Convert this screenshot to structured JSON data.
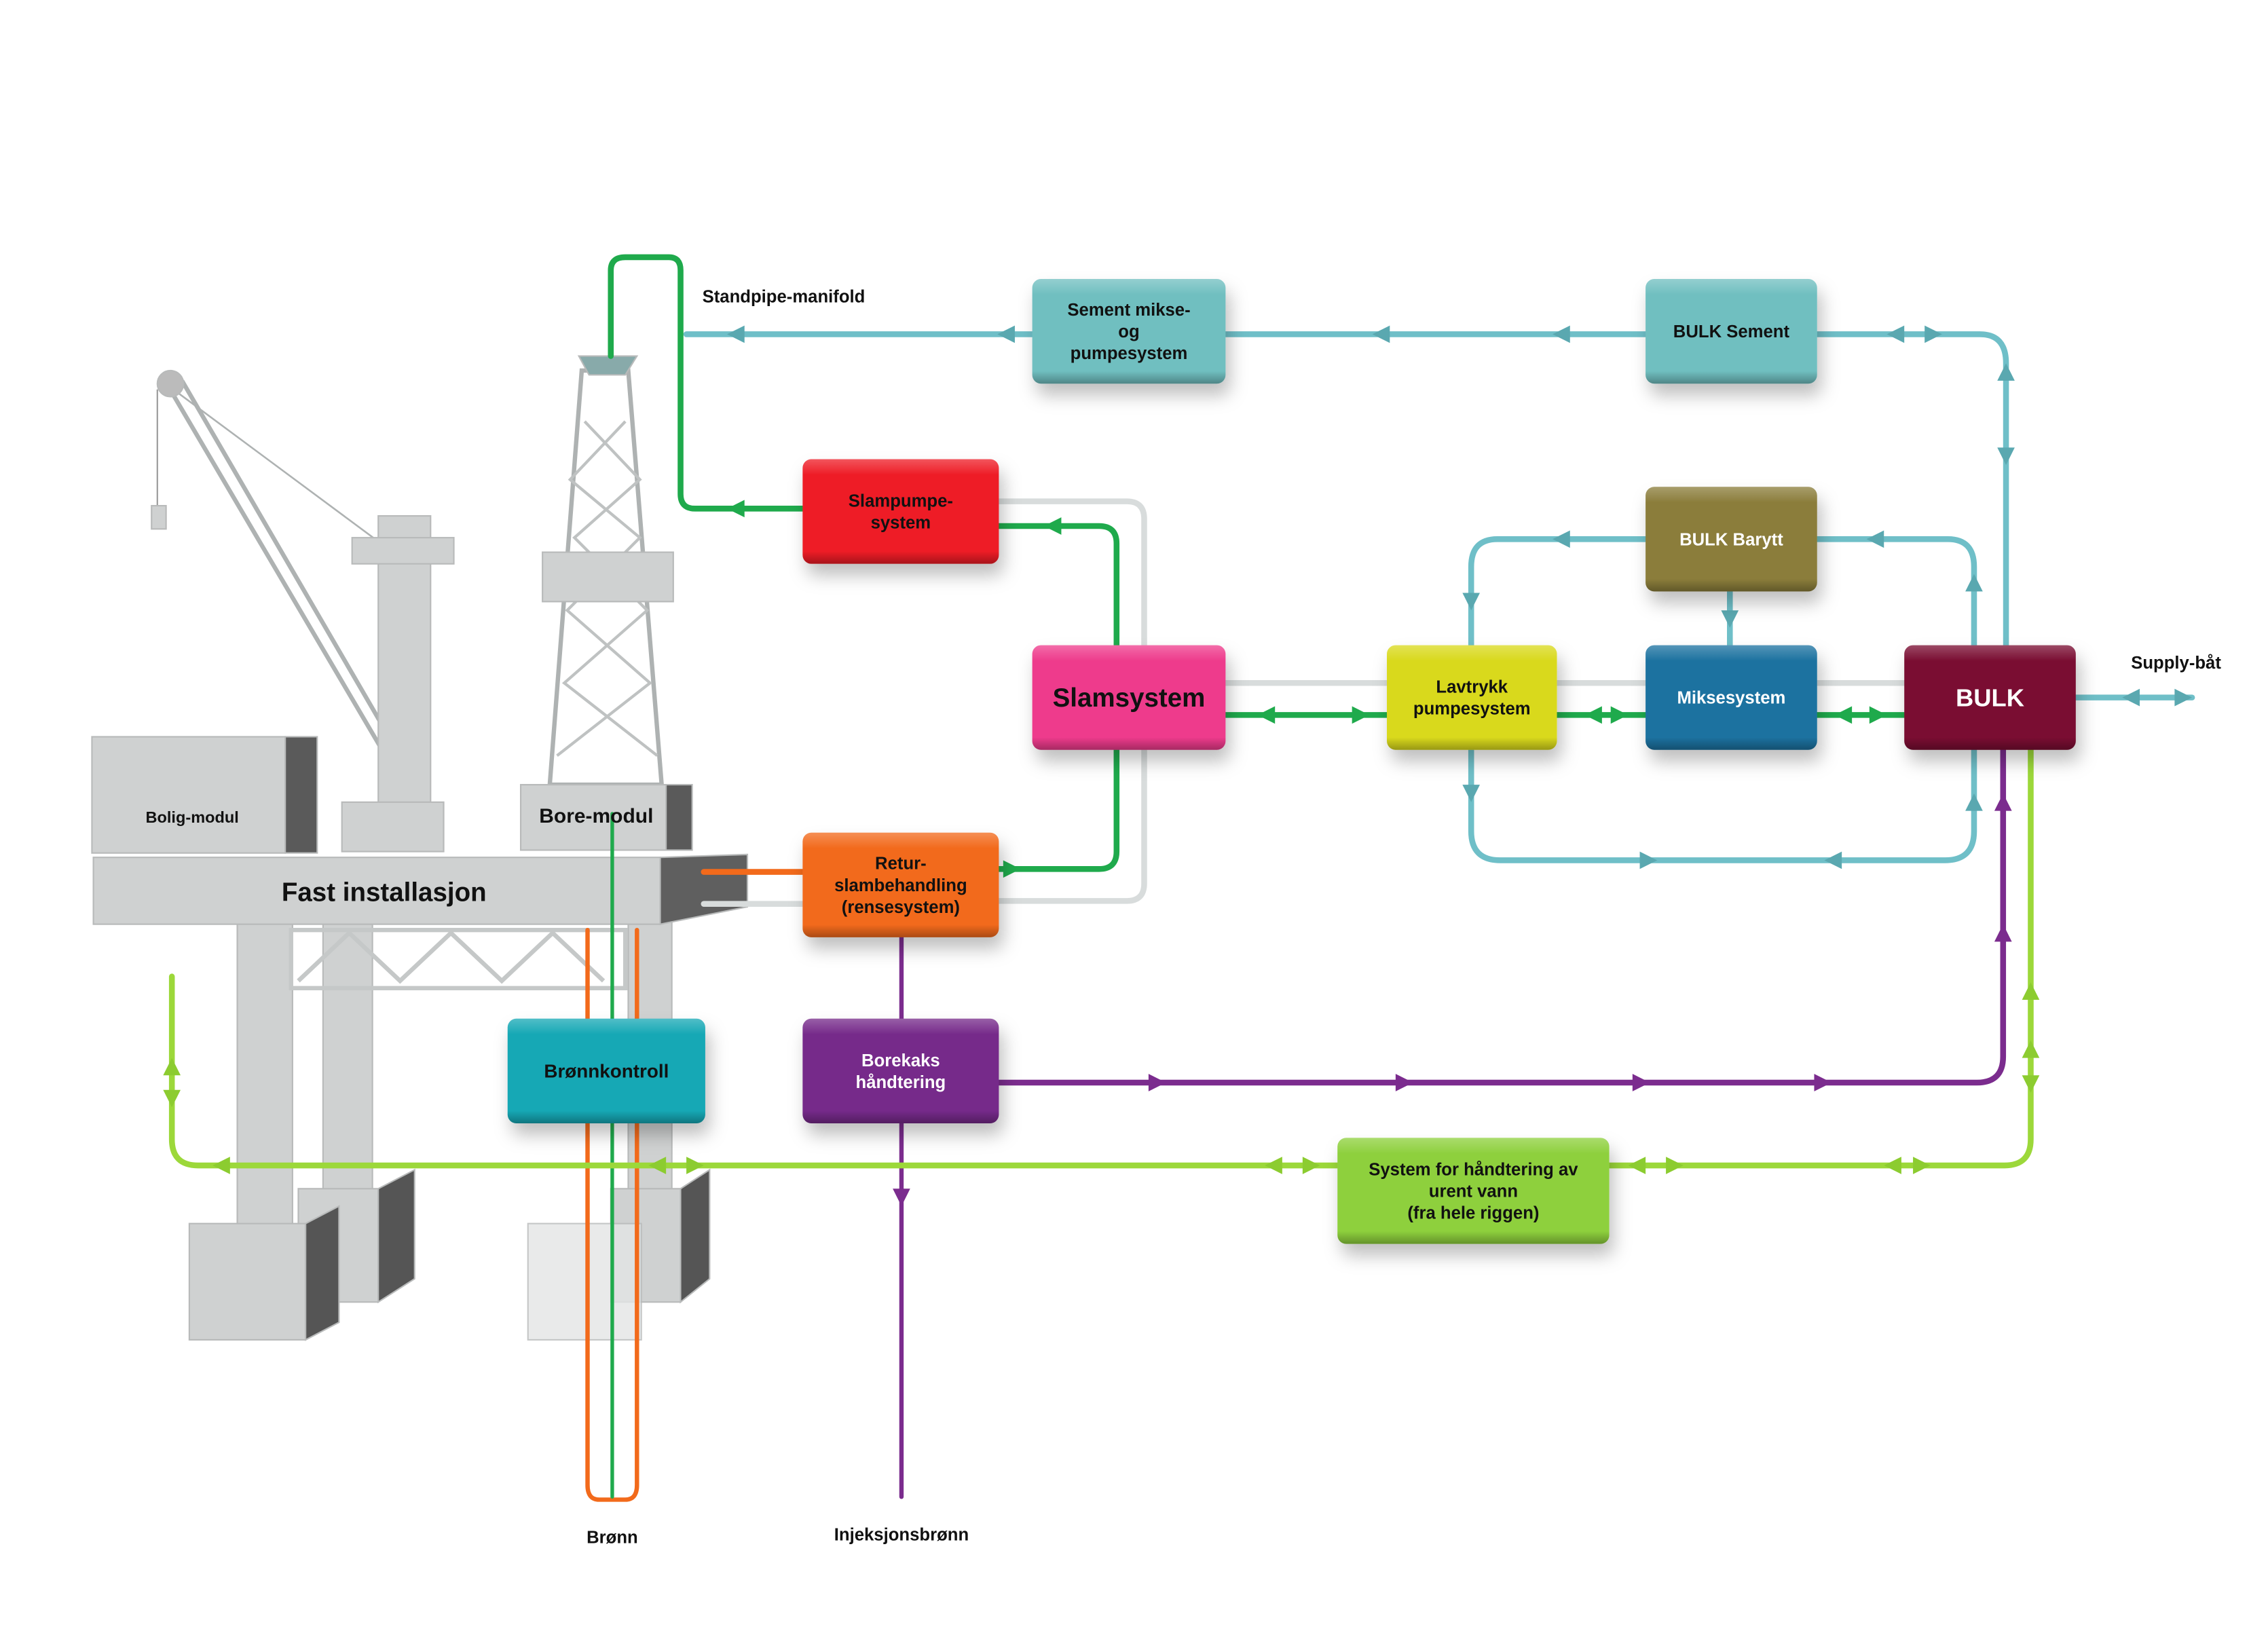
{
  "colors": {
    "cement": "#6fbfc0",
    "slampumpe": "#ee1c25",
    "slamsystem": "#ee3a8c",
    "lavtrykk": "#d9d91c",
    "miksesystem": "#1b72a0",
    "barytt": "#8b7d3a",
    "bulk": "#7a1030",
    "retur": "#f26a1b",
    "bronnkontroll": "#17a8b5",
    "borekaks": "#762a8a",
    "urentvann": "#8ed03c",
    "pipe_teal": "#6fbfc8",
    "pipe_green": "#1faa4c",
    "pipe_gray": "#d8dcdc",
    "pipe_purple": "#7b2c8e",
    "pipe_lime": "#9cd83a",
    "pipe_orange": "#f26a1b",
    "structure": "#cfd1d1"
  },
  "boxes": {
    "sement_mikse": [
      "Sement mikse-",
      "og",
      "pumpesystem"
    ],
    "bulk_sement": [
      "BULK Sement"
    ],
    "slampumpe": [
      "Slampumpe-",
      "system"
    ],
    "slamsystem": [
      "Slamsystem"
    ],
    "lavtrykk": [
      "Lavtrykk",
      "pumpesystem"
    ],
    "miksesystem": [
      "Miksesystem"
    ],
    "bulk_barytt": [
      "BULK Barytt"
    ],
    "bulk": [
      "BULK"
    ],
    "retur": [
      "Retur-",
      "slambehandling",
      "(rensesystem)"
    ],
    "bronnkontroll": [
      "Brønnkontroll"
    ],
    "borekaks": [
      "Borekaks",
      "håndtering"
    ],
    "urent_vann": [
      "System for håndtering av",
      "urent vann",
      "(fra hele riggen)"
    ]
  },
  "labels": {
    "standpipe": "Standpipe-manifold",
    "supply": "Supply-båt",
    "bolig": "Bolig-modul",
    "bore": "Bore-modul",
    "fast": "Fast installasjon",
    "bronn": "Brønn",
    "injeksjon": "Injeksjonsbrønn"
  }
}
